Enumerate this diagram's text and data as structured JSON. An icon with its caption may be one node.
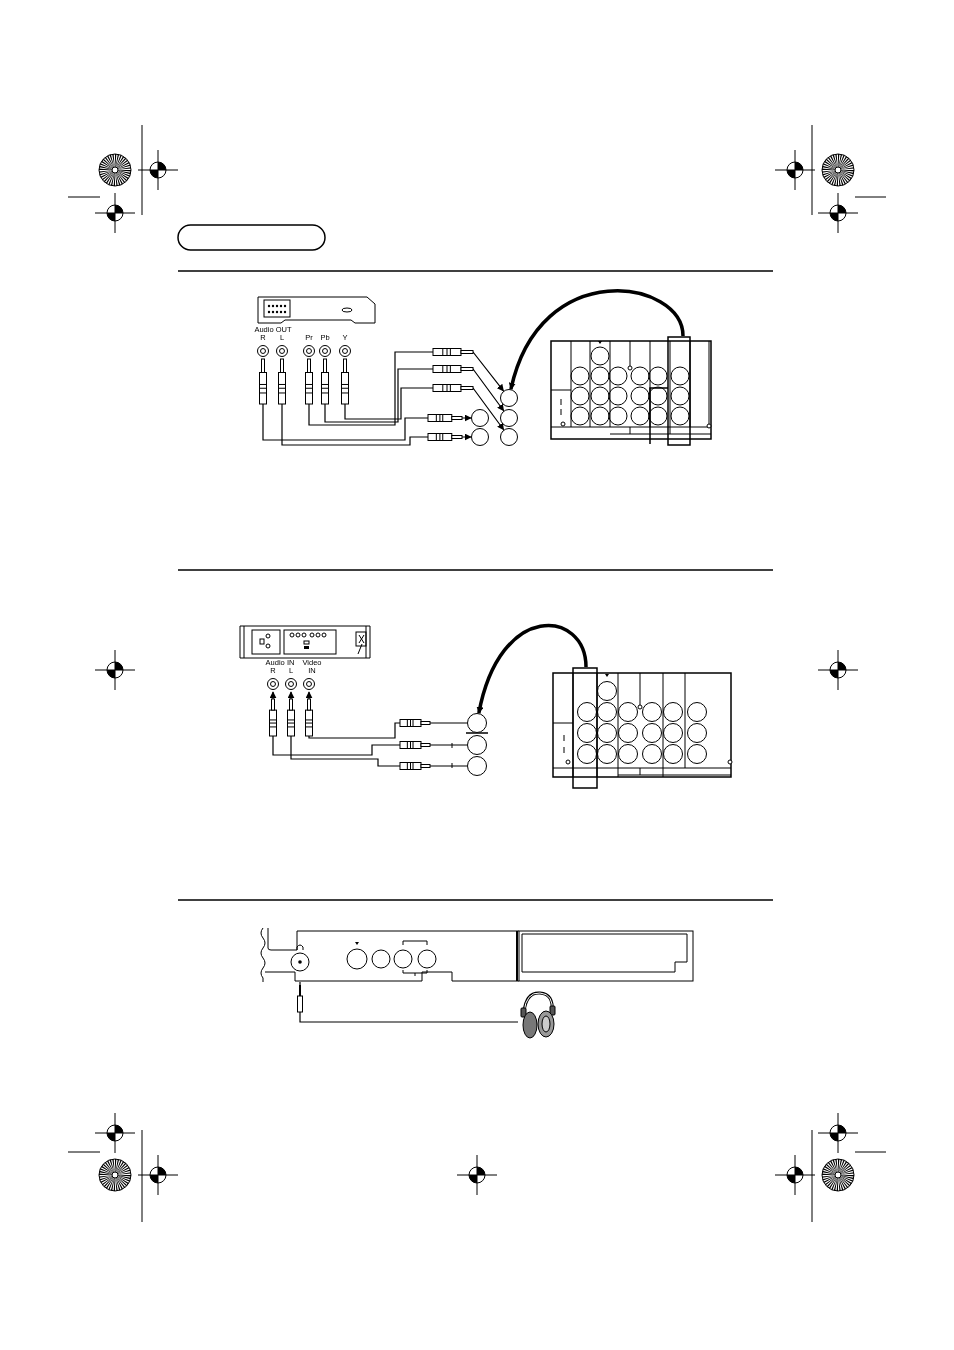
{
  "diagram": {
    "nodes": [
      {
        "text": [],
        "shape": "picture"
      },
      {
        "text": [],
        "shape": "circle"
      },
      {
        "text": [],
        "shape": "circle"
      },
      {
        "text": [],
        "shape": "circle"
      },
      {
        "text": [],
        "shape": "circle"
      },
      {
        "text": [],
        "shape": "circle"
      },
      {
        "text": [],
        "shape": "picture"
      },
      {
        "text": [],
        "shape": "picture"
      },
      {
        "text": [],
        "shape": "circle"
      },
      {
        "text": [],
        "shape": "circle"
      },
      {
        "text": [],
        "shape": "circle"
      },
      {
        "text": [],
        "shape": "picture"
      },
      {
        "text": [],
        "shape": "picture"
      },
      {
        "text": [],
        "shape": "picture"
      }
    ],
    "edges": [
      {
        "from": 0,
        "to": 1,
        "arrow": "to"
      },
      {
        "from": 0,
        "to": 3,
        "arrow": "to"
      },
      {
        "from": 0,
        "to": 5,
        "arrow": "to"
      },
      {
        "from": 0,
        "to": 2,
        "arrow": "to"
      },
      {
        "from": 0,
        "to": 4,
        "arrow": "to"
      },
      {
        "from": 6,
        "to": 1,
        "arrow": "to",
        "style": "thick"
      },
      {
        "from": 8,
        "to": 7,
        "arrow": "to"
      },
      {
        "from": 9,
        "to": 7,
        "arrow": "to"
      },
      {
        "from": 10,
        "to": 7,
        "arrow": "to"
      },
      {
        "from": 11,
        "to": 8,
        "arrow": "to",
        "style": "thick"
      },
      {
        "from": 12,
        "to": 13,
        "arrow": "none"
      }
    ],
    "labels": [
      "Audio OUT",
      "R",
      "L",
      "Pr",
      "Pb",
      "Y",
      "Audio IN",
      "R",
      "L",
      "Video IN"
    ]
  }
}
